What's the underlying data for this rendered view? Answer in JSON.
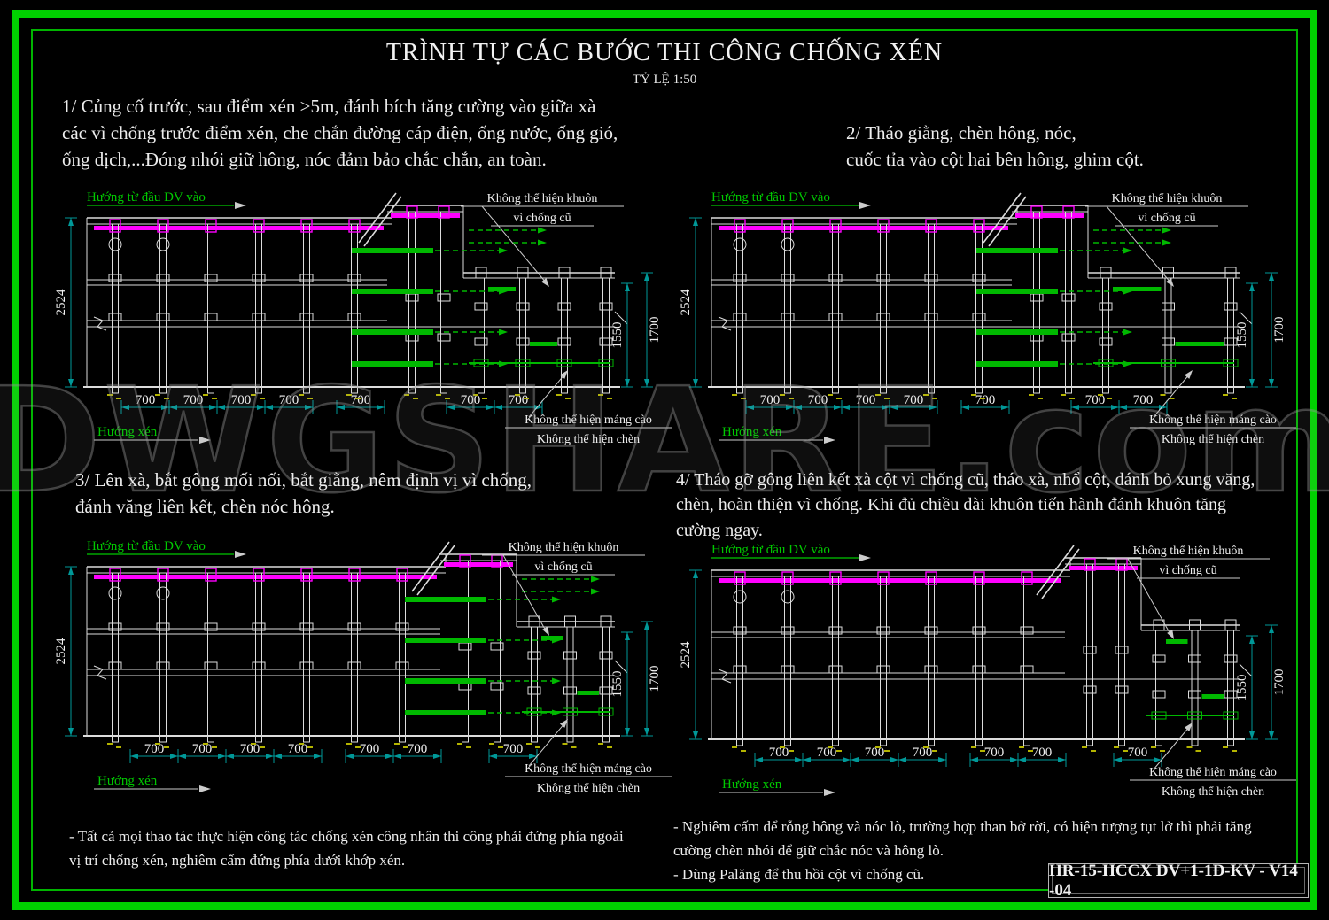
{
  "title": "TRÌNH TỰ CÁC BƯỚC THI CÔNG CHỐNG XÉN",
  "subtitle": "TỶ LỆ 1:50",
  "steps": [
    {
      "lines": [
        "1/ Củng cố trước, sau điểm xén >5m, đánh bích tăng cường vào giữa xà",
        "các vì chống trước điểm xén, che chắn đường cáp điện, ống nước, ống gió,",
        "ống dịch,...Đóng nhói giữ  hông, nóc đảm bảo chắc chắn, an toàn."
      ]
    },
    {
      "lines": [
        "2/ Tháo giằng, chèn hông, nóc,",
        "cuốc tỉa vào cột hai bên hông, ghim cột."
      ]
    },
    {
      "lines": [
        "3/ Lên xà, bắt gông mối nối, bắt giằng, nêm định vị vì chống,",
        "đánh văng liên kết, chèn nóc hông."
      ]
    },
    {
      "lines": [
        "4/ Tháo gỡ gông liên kết xà cột vì chống cũ, tháo xà, nhổ cột, đánh bỏ xung văng,",
        "chèn, hoàn thiện vì chống. Khi đủ chiều dài khuôn tiến hành đánh khuôn tăng",
        "cường ngay."
      ]
    }
  ],
  "drawing_labels": {
    "direction_in": "Hướng từ đầu DV vào",
    "direction_cut": "Hướng xén",
    "ann_khuon_line1": "Không thể hiện khuôn",
    "ann_khuon_line2": "vì chống cũ",
    "ann_mang_cao": "Không thể hiện máng cào",
    "ann_chen": "Không thể hiện chèn",
    "dim_total_height": "2524",
    "dim_lower_inner": "1550",
    "dim_lower_outer": "1700",
    "dim_bay": "700"
  },
  "notes_left": {
    "lines": [
      "- Tất cả mọi thao tác thực hiện công tác chống xén công nhân thi công phải đứng phía ngoài",
      "vị trí chống xén, nghiêm cấm đứng phía dưới khớp xén."
    ]
  },
  "notes_right": {
    "lines": [
      "- Nghiêm cấm để rỗng hông và nóc lò, trường hợp than bở rời, có hiện tượng tụt lở thì phải tăng",
      "cường chèn nhói để giữ chắc nóc và hông lò.",
      "- Dùng Palăng để thu hồi cột vì chống cũ."
    ]
  },
  "title_block": {
    "code": "HR-15-HCCX DV+1-1Đ-KV - V14 -04"
  },
  "watermark": "DWGSHARE.com",
  "colors": {
    "background": "#000000",
    "frame_green": "#00d000",
    "frame_inner_green": "#00b400",
    "structure": "#dcdcdc",
    "beam_magenta": "#ff00ff",
    "green_mark": "#00b800",
    "label_green": "#00c800",
    "dim_line": "#009898",
    "dim_text": "#f0f0f0",
    "tick_yellow": "#b4b400",
    "annotation_white": "#cccccc"
  }
}
